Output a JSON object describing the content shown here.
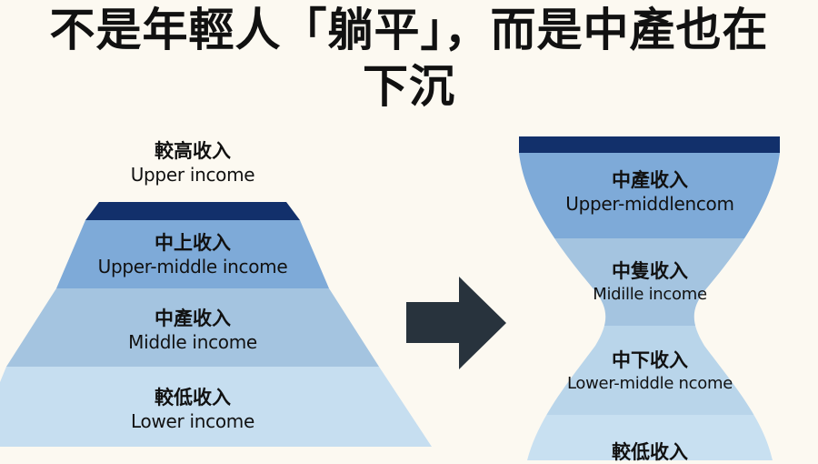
{
  "title": {
    "line1": "不是年輕人「躺平」，而是中產也在",
    "line2": "下沉"
  },
  "colors": {
    "background": "#fcf9f1",
    "top_band": "#12306b",
    "upper_middle": "#7eaad8",
    "middle": "#a4c4e0",
    "lower": "#c6def0",
    "arrow": "#28333d",
    "text": "#111111"
  },
  "pyramid": {
    "top_label": {
      "zh": "較高收入",
      "en": "Upper income"
    },
    "bands": [
      {
        "zh": "中上收入",
        "en": "Upper-middle income"
      },
      {
        "zh": "中產收入",
        "en": "Middle income"
      },
      {
        "zh": "較低收入",
        "en": "Lower income"
      }
    ]
  },
  "arrow": {
    "icon": "right-arrow-icon"
  },
  "hourglass": {
    "bands": [
      {
        "zh": "中產收入",
        "en": "Upper-middlencom"
      },
      {
        "zh": "中隻收入",
        "en": "Midille income"
      },
      {
        "zh": "中下收入",
        "en": "Lower-middle ncome"
      },
      {
        "zh": "較低收入",
        "en": ""
      }
    ]
  }
}
